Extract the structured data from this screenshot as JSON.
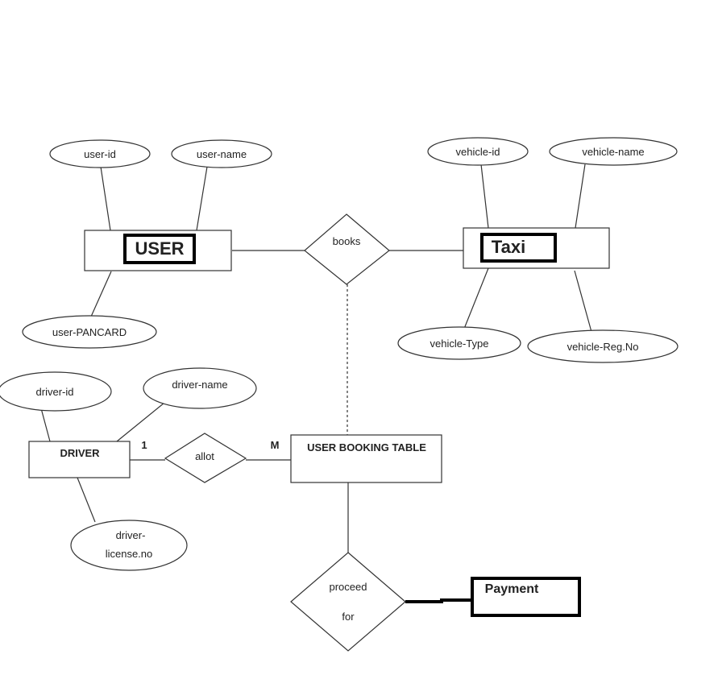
{
  "entities": {
    "user": "USER",
    "taxi": "Taxi",
    "driver": "DRIVER",
    "booking": "USER BOOKING TABLE",
    "payment": "Payment"
  },
  "attributes": {
    "user_id": "user-id",
    "user_name": "user-name",
    "user_pancard": "user-PANCARD",
    "vehicle_id": "vehicle-id",
    "vehicle_name": "vehicle-name",
    "vehicle_type": "vehicle-Type",
    "vehicle_reg": "vehicle-Reg.No",
    "driver_id": "driver-id",
    "driver_name": "driver-name",
    "driver_license_line1": "driver-",
    "driver_license_line2": "license.no"
  },
  "relationships": {
    "books": "books",
    "allot": "allot",
    "proceed_line1": "proceed",
    "proceed_line2": "for"
  },
  "cardinality": {
    "driver_side": "1",
    "booking_side": "M"
  }
}
